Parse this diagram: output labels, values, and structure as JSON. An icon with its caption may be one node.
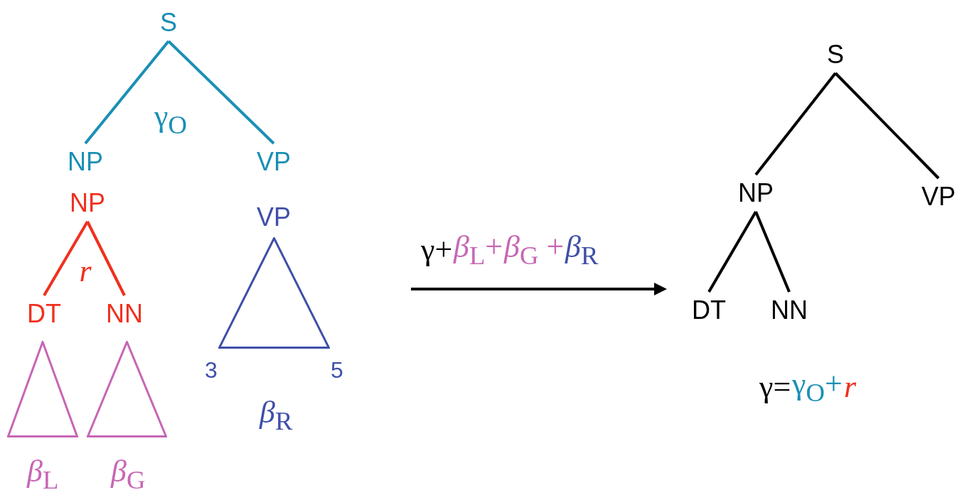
{
  "diagram": {
    "nodes": [
      {
        "text": [
          "S"
        ]
      },
      {
        "text": [
          "NP"
        ]
      },
      {
        "text": [
          "VP"
        ]
      },
      {
        "text": [
          "NP"
        ]
      },
      {
        "text": [
          "DT"
        ]
      },
      {
        "text": [
          "NN"
        ]
      },
      {
        "text": [
          "VP"
        ]
      },
      {
        "text": [],
        "shape": "triangle",
        "beside": [
          "3",
          "5",
          "*β*$_{R}$"
        ]
      },
      {
        "text": [],
        "shape": "triangle",
        "beside": [
          "*β*$_{L}$"
        ]
      },
      {
        "text": [],
        "shape": "triangle",
        "beside": [
          "*β*$_{G}$"
        ]
      },
      {
        "text": [
          "S"
        ]
      },
      {
        "text": [
          "NP"
        ]
      },
      {
        "text": [
          "VP"
        ]
      },
      {
        "text": [
          "DT"
        ]
      },
      {
        "text": [
          "NN"
        ]
      }
    ],
    "edges": [
      {
        "from": 0,
        "to": 1,
        "arrow": "none",
        "color": "#1a8fb5"
      },
      {
        "from": 0,
        "to": 2,
        "arrow": "none",
        "color": "#1a8fb5"
      },
      {
        "from": 3,
        "to": 4,
        "arrow": "none",
        "color": "#f0301e"
      },
      {
        "from": 3,
        "to": 5,
        "arrow": "none",
        "color": "#f0301e"
      },
      {
        "from": 10,
        "to": 11,
        "arrow": "none"
      },
      {
        "from": 10,
        "to": 12,
        "arrow": "none"
      },
      {
        "from": 11,
        "to": 13,
        "arrow": "none"
      },
      {
        "from": 11,
        "to": 14,
        "arrow": "none"
      }
    ],
    "labels": [
      "γ$_{O}$",
      "*r*",
      "γ+",
      "*β*$_{L}$+",
      "*β*$_{G}$ +",
      "*β*$_{R}$",
      "γ=",
      "γ$_{O}$+",
      "*r*"
    ]
  }
}
